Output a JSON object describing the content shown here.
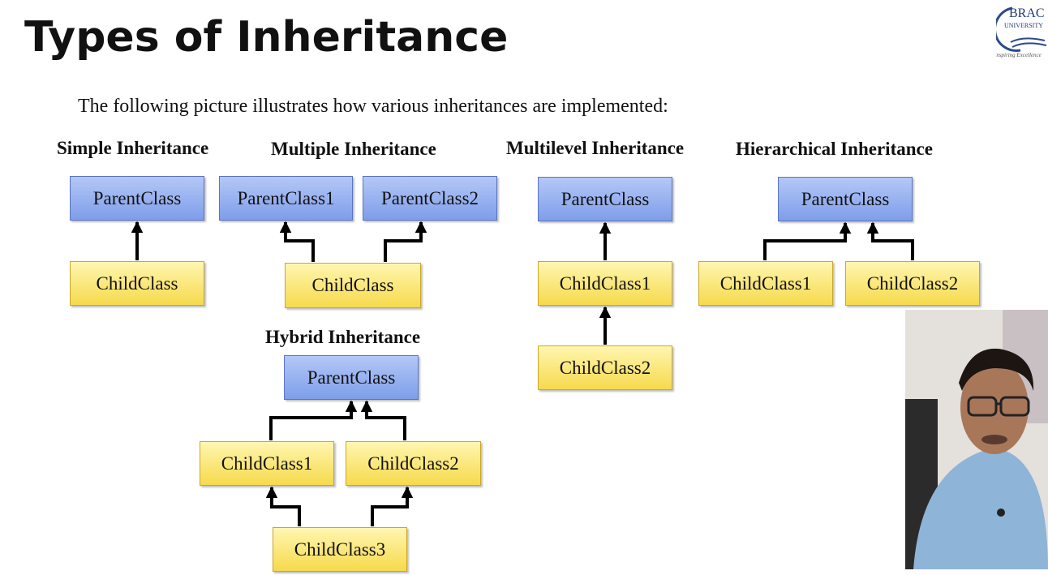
{
  "slide": {
    "title": "Types of Inheritance",
    "intro": "The following picture illustrates how various inheritances are implemented:"
  },
  "logo": {
    "name": "BRAC",
    "sub": "UNIVERSITY",
    "tagline": "Inspiring Excellence"
  },
  "diagrams": {
    "simple": {
      "heading": "Simple Inheritance",
      "parent": "ParentClass",
      "child": "ChildClass"
    },
    "multiple": {
      "heading": "Multiple Inheritance",
      "parent1": "ParentClass1",
      "parent2": "ParentClass2",
      "child": "ChildClass"
    },
    "multilevel": {
      "heading": "Multilevel Inheritance",
      "parent": "ParentClass",
      "child1": "ChildClass1",
      "child2": "ChildClass2"
    },
    "hierarchical": {
      "heading": "Hierarchical Inheritance",
      "parent": "ParentClass",
      "child1": "ChildClass1",
      "child2": "ChildClass2"
    },
    "hybrid": {
      "heading": "Hybrid Inheritance",
      "parent": "ParentClass",
      "child1": "ChildClass1",
      "child2": "ChildClass2",
      "child3": "ChildClass3"
    }
  },
  "colors": {
    "parent_box": "#8fa9ee",
    "child_box": "#f8e06a",
    "arrow": "#000000"
  }
}
